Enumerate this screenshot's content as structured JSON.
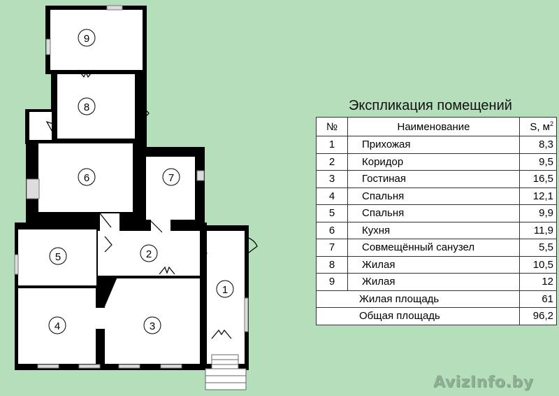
{
  "title": "Экспликация помещений",
  "table": {
    "headers": {
      "no": "№",
      "name": "Наименование",
      "area_prefix": "S, м",
      "area_sup": "2"
    },
    "rows": [
      {
        "no": "1",
        "name": "Прихожая",
        "area": "8,3"
      },
      {
        "no": "2",
        "name": "Коридор",
        "area": "9,5"
      },
      {
        "no": "3",
        "name": "Гостиная",
        "area": "16,5"
      },
      {
        "no": "4",
        "name": "Спальня",
        "area": "12,1"
      },
      {
        "no": "5",
        "name": "Спальня",
        "area": "9,9"
      },
      {
        "no": "6",
        "name": "Кухня",
        "area": "11,9"
      },
      {
        "no": "7",
        "name": "Совмещённый санузел",
        "area": "5,5"
      },
      {
        "no": "8",
        "name": "Жилая",
        "area": "10,5"
      },
      {
        "no": "9",
        "name": "Жилая",
        "area": "12"
      }
    ],
    "totals": [
      {
        "label": "Жилая площадь",
        "area": "61"
      },
      {
        "label": "Общая площадь",
        "area": "96,2"
      }
    ]
  },
  "plan": {
    "room_labels": [
      "1",
      "2",
      "3",
      "4",
      "5",
      "6",
      "7",
      "8",
      "9"
    ]
  },
  "watermark": "AvizInfo.by",
  "colors": {
    "background": "#b5dfba",
    "wall": "#000000",
    "floor": "#ffffff",
    "window": "#a0a0a0"
  }
}
